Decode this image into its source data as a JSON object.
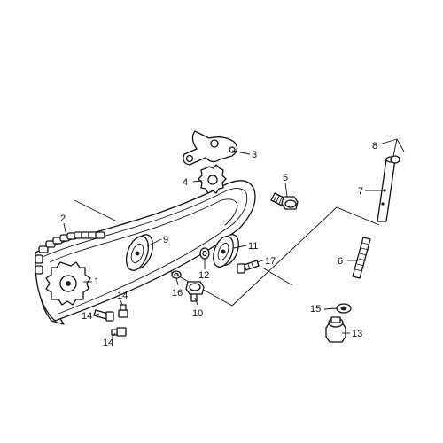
{
  "callouts": [
    {
      "id": "1",
      "text": "1"
    },
    {
      "id": "2",
      "text": "2"
    },
    {
      "id": "3",
      "text": "3"
    },
    {
      "id": "4",
      "text": "4"
    },
    {
      "id": "5",
      "text": "5"
    },
    {
      "id": "6",
      "text": "6"
    },
    {
      "id": "7",
      "text": "7"
    },
    {
      "id": "8",
      "text": "8"
    },
    {
      "id": "9",
      "text": "9"
    },
    {
      "id": "10",
      "text": "10"
    },
    {
      "id": "11",
      "text": "11"
    },
    {
      "id": "12",
      "text": "12"
    },
    {
      "id": "13",
      "text": "13"
    },
    {
      "id": "14a",
      "text": "14"
    },
    {
      "id": "14b",
      "text": "14"
    },
    {
      "id": "14c",
      "text": "14"
    },
    {
      "id": "15",
      "text": "15"
    },
    {
      "id": "16",
      "text": "16"
    },
    {
      "id": "17",
      "text": "17"
    }
  ]
}
